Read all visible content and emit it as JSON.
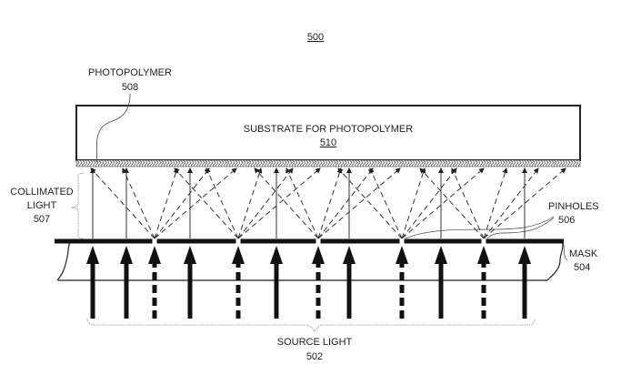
{
  "figure": {
    "number": "500",
    "labels": {
      "photopolymer": {
        "name": "PHOTOPOLYMER",
        "ref": "508"
      },
      "substrate": {
        "name": "SUBSTRATE FOR PHOTOPOLYMER",
        "ref": "510"
      },
      "collimated_light": {
        "line1": "COLLIMATED",
        "line2": "LIGHT",
        "ref": "507"
      },
      "pinholes": {
        "name": "PINHOLES",
        "ref": "506"
      },
      "mask": {
        "name": "MASK",
        "ref": "504"
      },
      "source_light": {
        "name": "SOURCE LIGHT",
        "ref": "502"
      }
    },
    "source_arrows": [
      {
        "type": "solid"
      },
      {
        "type": "solid"
      },
      {
        "type": "dashed"
      },
      {
        "type": "solid"
      },
      {
        "type": "dashed"
      },
      {
        "type": "solid"
      },
      {
        "type": "dashed"
      },
      {
        "type": "solid"
      },
      {
        "type": "dashed"
      },
      {
        "type": "solid"
      },
      {
        "type": "dashed"
      },
      {
        "type": "solid"
      }
    ]
  }
}
